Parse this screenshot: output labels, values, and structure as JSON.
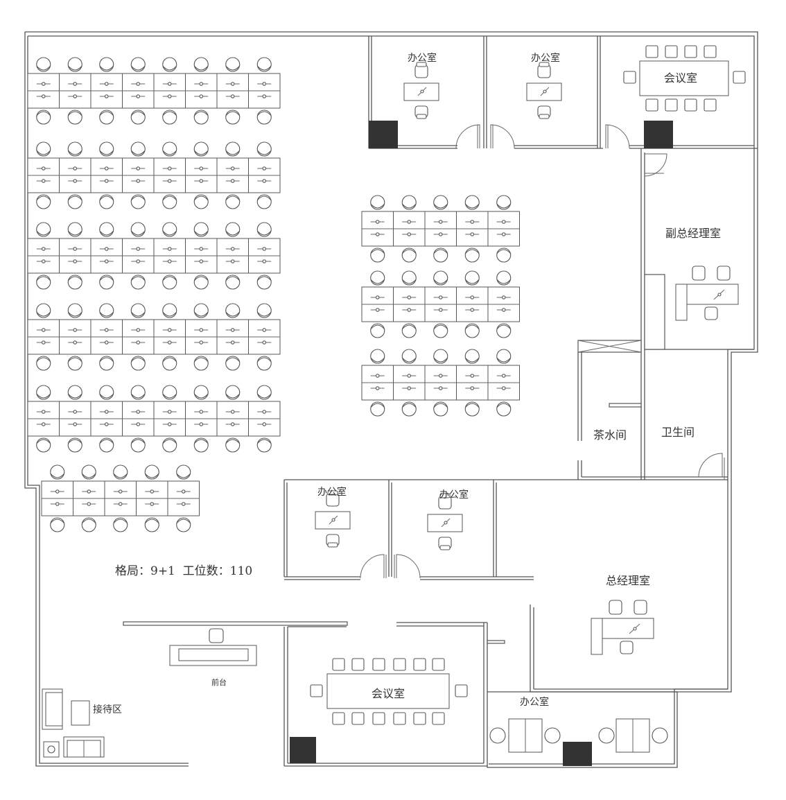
{
  "labels": {
    "office_top1": "办公室",
    "office_top2": "办公室",
    "meeting_top": "会议室",
    "deputy_gm": "副总经理室",
    "tea_room": "茶水间",
    "restroom": "卫生间",
    "office_mid1": "办公室",
    "office_mid2": "办公室",
    "gm": "总经理室",
    "layout_info": "格局：9+1  工位数：110",
    "reception_desk": "前台",
    "reception_area": "接待区",
    "meeting_bottom": "会议室",
    "office_bottom": "办公室"
  }
}
